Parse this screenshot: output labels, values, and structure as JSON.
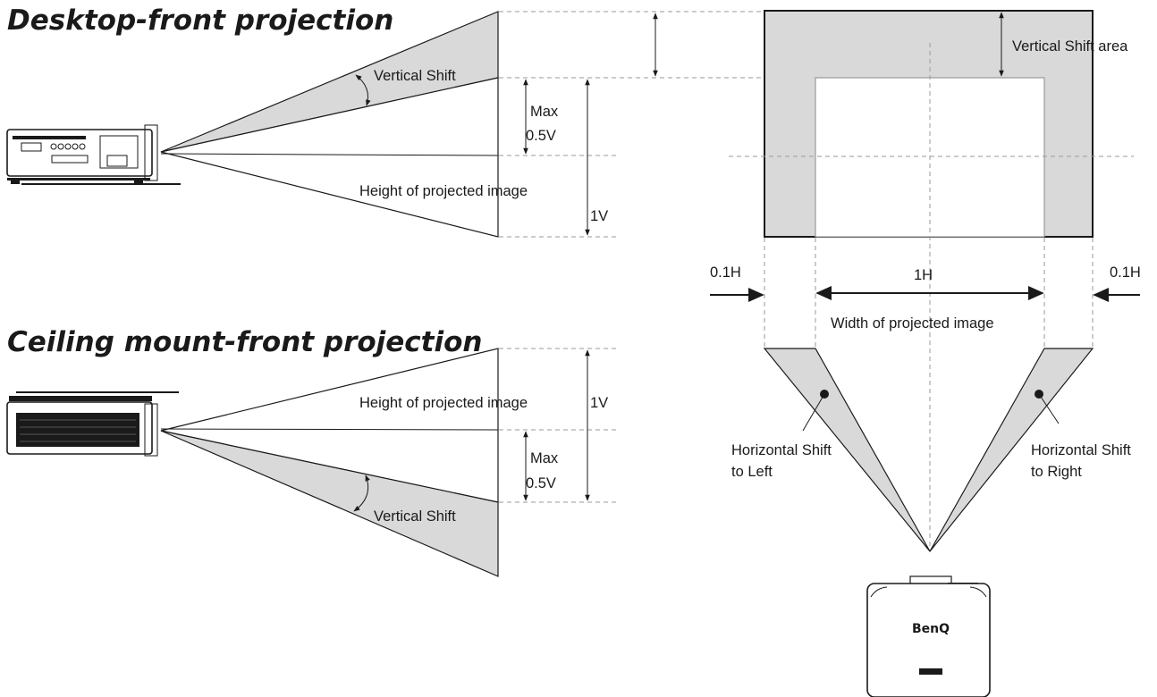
{
  "titles": {
    "desktop": "Desktop-front projection",
    "ceiling": "Ceiling mount-front projection"
  },
  "desktop_labels": {
    "vertical_shift": "Vertical Shift",
    "max": "Max",
    "half_v": "0.5V",
    "height": "Height of projected image",
    "one_v": "1V"
  },
  "ceiling_labels": {
    "height": "Height of projected image",
    "one_v": "1V",
    "max": "Max",
    "half_v": "0.5V",
    "vertical_shift": "Vertical Shift"
  },
  "screen_labels": {
    "vertical_shift_area": "Vertical Shift area",
    "left_margin": "0.1H",
    "width_1h": "1H",
    "right_margin": "0.1H",
    "width": "Width of projected image",
    "hshift_left_line1": "Horizontal Shift",
    "hshift_left_line2": "to Left",
    "hshift_right_line1": "Horizontal Shift",
    "hshift_right_line2": "to Right"
  },
  "logos": {
    "brand": "BenQ"
  },
  "colors": {
    "shade": "#d9d9d9",
    "line": "#1a1a1a",
    "dashed": "#9a9a9a"
  }
}
